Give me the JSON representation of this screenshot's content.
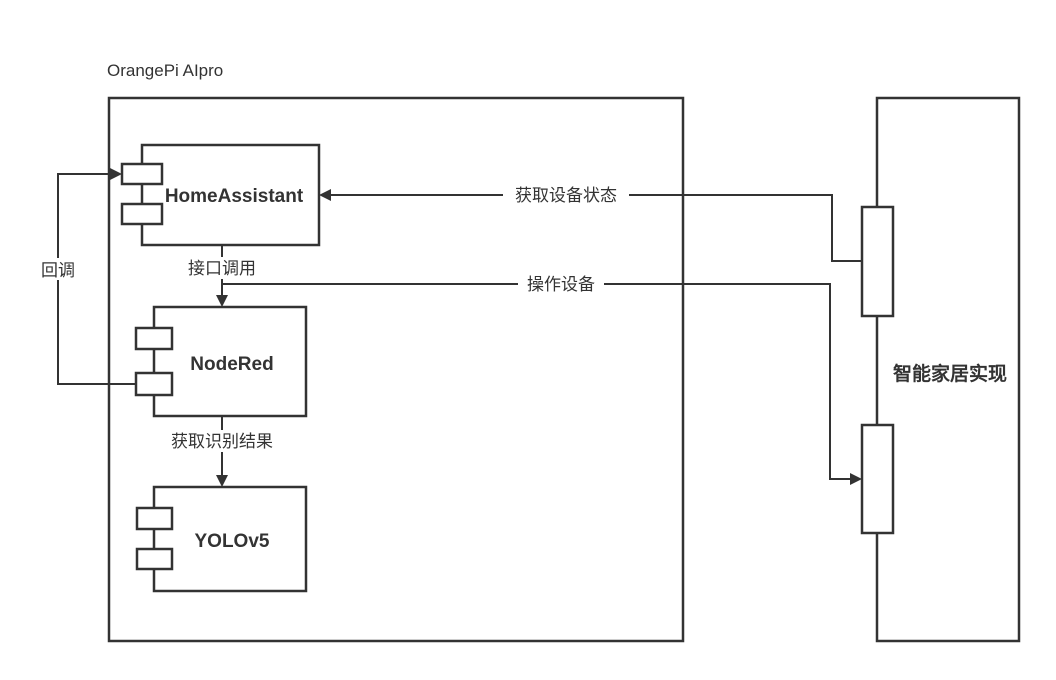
{
  "container": {
    "title": "OrangePi AIpro"
  },
  "components": {
    "home_assistant": "HomeAssistant",
    "node_red": "NodeRed",
    "yolo": "YOLOv5"
  },
  "external": {
    "title": "智能家居实现"
  },
  "edges": {
    "callback": "回调",
    "api_call": "接口调用",
    "get_result": "获取识别结果",
    "get_status": "获取设备状态",
    "operate": "操作设备"
  }
}
